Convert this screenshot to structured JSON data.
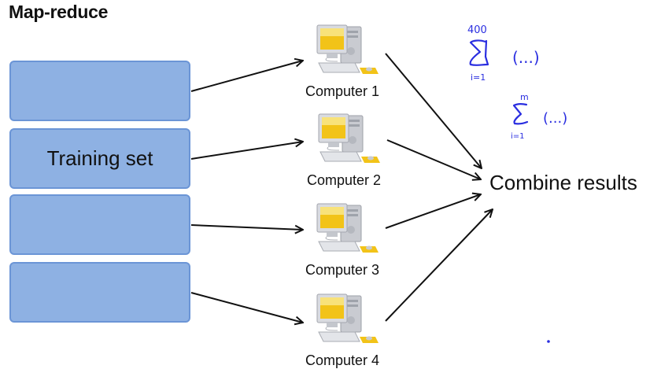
{
  "slide": {
    "title": "Map-reduce",
    "training_set_label": "Training set",
    "partitions": [
      {
        "label": ""
      },
      {
        "label": "Training set"
      },
      {
        "label": ""
      },
      {
        "label": ""
      }
    ],
    "computers": [
      {
        "label": "Computer 1",
        "icon": "desktop-computer-icon"
      },
      {
        "label": "Computer 2",
        "icon": "desktop-computer-icon"
      },
      {
        "label": "Computer 3",
        "icon": "desktop-computer-icon"
      },
      {
        "label": "Computer 4",
        "icon": "desktop-computer-icon"
      }
    ],
    "combine_label": "Combine results",
    "colors": {
      "box_fill": "#8eb1e3",
      "box_border": "#6b95d6",
      "ink": "#2a2ee0",
      "arrow": "#111111"
    }
  },
  "annotations": {
    "sum1": {
      "upper": "400",
      "lower": "i=1",
      "body": "(...)"
    },
    "sum2": {
      "upper": "m",
      "lower": "i=1",
      "body": "(...)"
    }
  }
}
